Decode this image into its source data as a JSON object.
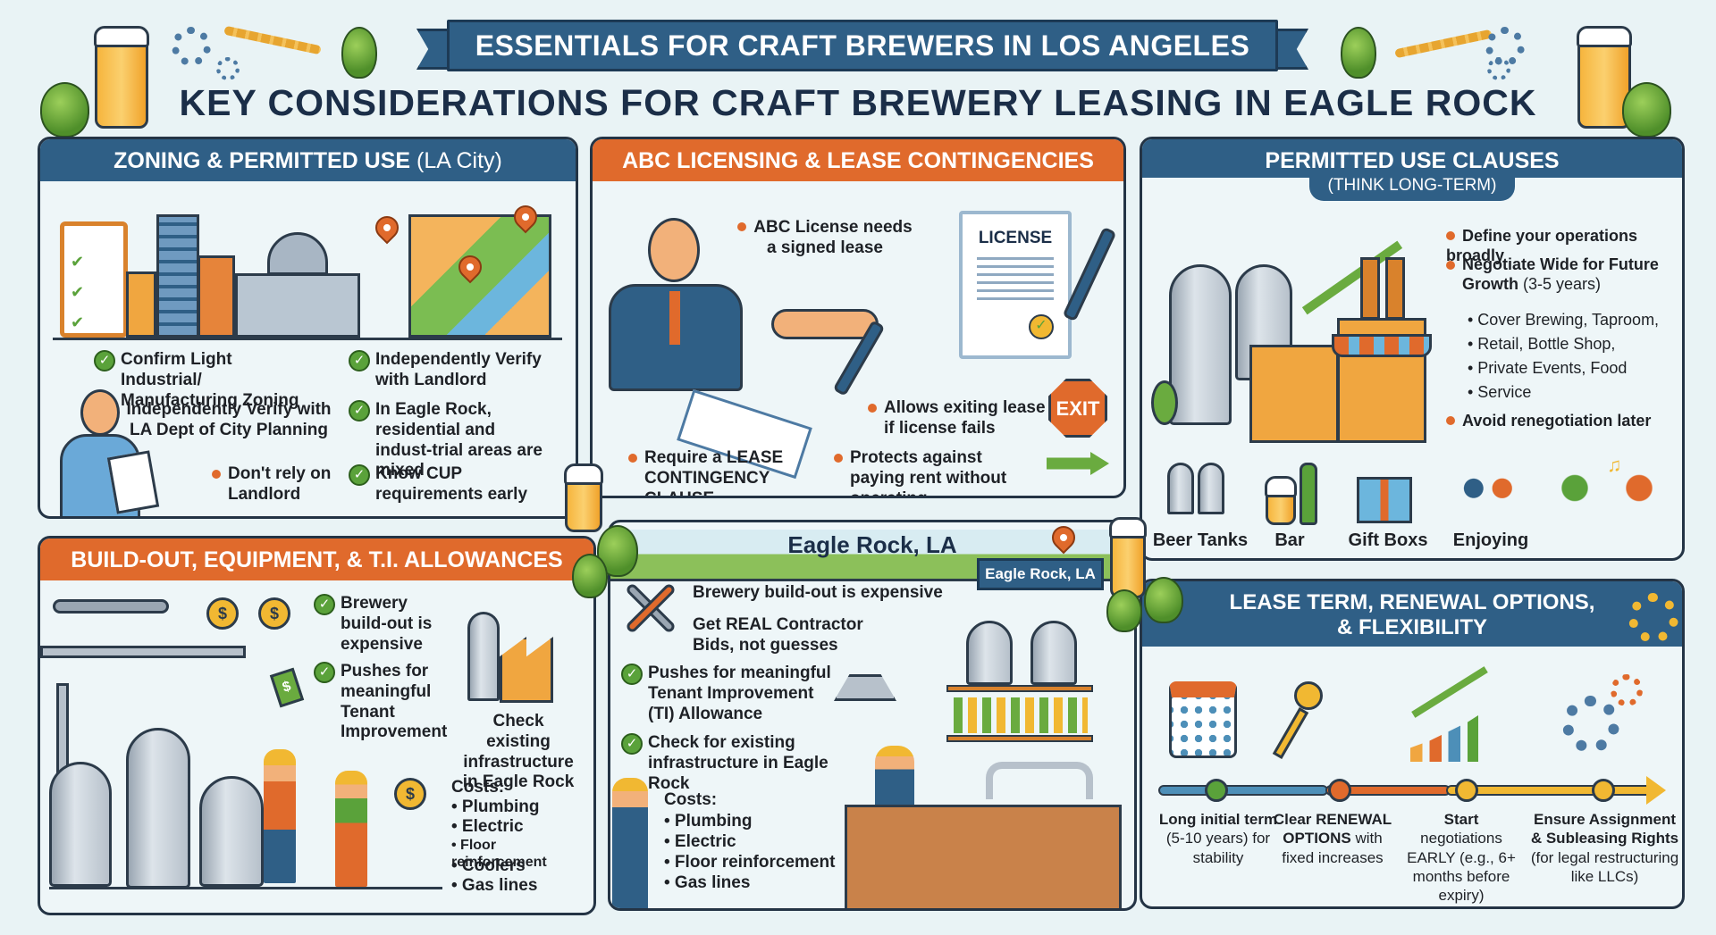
{
  "header": {
    "banner": "ESSENTIALS FOR CRAFT BREWERS IN LOS ANGELES",
    "title": "KEY CONSIDERATIONS FOR CRAFT BREWERY LEASING IN EAGLE ROCK"
  },
  "zoning": {
    "title": "ZONING & PERMITTED USE",
    "title_suffix": "(LA City)",
    "items": [
      {
        "icon": "check",
        "text": "Confirm Light Industrial/ Manufacturing Zoning"
      },
      {
        "icon": "none",
        "text": "Independently Verify with LA Dept of City Planning"
      },
      {
        "icon": "bullet",
        "text": "Don't rely on Landlord"
      },
      {
        "icon": "check",
        "text": "Independently Verify with Landlord"
      },
      {
        "icon": "check",
        "text": "In Eagle Rock, residential and indust-trial areas are mixed"
      },
      {
        "icon": "check",
        "text": "Know CUP requirements early"
      }
    ]
  },
  "abc": {
    "title": "ABC LICENSING & LEASE CONTINGENCIES",
    "license_label": "LICENSE",
    "exit_label": "EXIT",
    "items": [
      {
        "icon": "bullet",
        "text": "ABC License needs a signed lease"
      },
      {
        "icon": "bullet",
        "text": "Allows exiting lease if license fails"
      },
      {
        "icon": "bullet",
        "text": "Require a LEASE CONTINGENCY CLAUSE"
      },
      {
        "icon": "bullet",
        "text": "Protects against paying rent without operating"
      }
    ]
  },
  "permitted": {
    "title": "PERMITTED USE CLAUSES",
    "subtitle": "(THINK LONG-TERM)",
    "items": [
      {
        "icon": "bullet",
        "text": "Define your operations broadly"
      },
      {
        "icon": "bullet",
        "text": "Negotiate Wide for Future Growth",
        "suffix": "(3-5 years)"
      },
      {
        "icon": "sub",
        "text": "• Cover Brewing, Taproom,"
      },
      {
        "icon": "sub",
        "text": "• Retail, Bottle Shop,"
      },
      {
        "icon": "sub",
        "text": "• Private Events, Food"
      },
      {
        "icon": "sub",
        "text": "• Service"
      },
      {
        "icon": "bullet",
        "text": "Avoid renegotiation later"
      }
    ],
    "icons": [
      "Beer Tanks",
      "Bar",
      "Gift Boxs",
      "Enjoying"
    ]
  },
  "buildout": {
    "title": "BUILD-OUT, EQUIPMENT, & T.I. ALLOWANCES",
    "items": [
      {
        "icon": "check",
        "text": "Brewery build-out is expensive"
      },
      {
        "icon": "check",
        "text": "Pushes for meaningful Tenant Improvement"
      }
    ],
    "infra_text": "Check existing infrastructure in Eagle Rock",
    "costs_title": "Costs:",
    "costs": [
      "• Plumbing",
      "• Electric",
      "• Floor reinforcement",
      "• Coolers",
      "• Gas lines"
    ]
  },
  "eagle": {
    "title": "Eagle Rock, LA",
    "sign": "Eagle Rock, LA",
    "items": [
      {
        "icon": "tools",
        "text": "Brewery build-out is expensive"
      },
      {
        "icon": "none",
        "text": "Get REAL Contractor Bids, not guesses"
      },
      {
        "icon": "check",
        "text": "Pushes for meaningful Tenant Improvement (TI) Allowance"
      },
      {
        "icon": "check",
        "text": "Check for existing infrastructure in Eagle Rock"
      }
    ],
    "costs_title": "Costs:",
    "costs": [
      "• Plumbing",
      "• Electric",
      "• Floor reinforcement",
      "• Gas lines"
    ]
  },
  "lease": {
    "title_line1": "LEASE TERM, RENEWAL OPTIONS,",
    "title_line2": "& FLEXIBILITY",
    "timeline": [
      {
        "bold": "Long initial term",
        "rest": "(5-10 years) for stability",
        "color": "#5aa23a"
      },
      {
        "bold": "Clear RENEWAL OPTIONS",
        "rest": "with fixed increases",
        "color": "#e06a2c"
      },
      {
        "bold": "Start",
        "rest": "negotiations EARLY (e.g., 6+ months before expiry)",
        "color": "#f1b832"
      },
      {
        "bold": "Ensure Assignment & Subleasing Rights",
        "rest": "(for legal restructuring like LLCs)",
        "color": "#f1b832"
      }
    ]
  },
  "colors": {
    "blue": "#2f5f86",
    "orange": "#e06a2c",
    "green": "#5aa23a",
    "yellow": "#f1b832",
    "navy": "#1b2e48",
    "background": "#e9f3f5"
  }
}
